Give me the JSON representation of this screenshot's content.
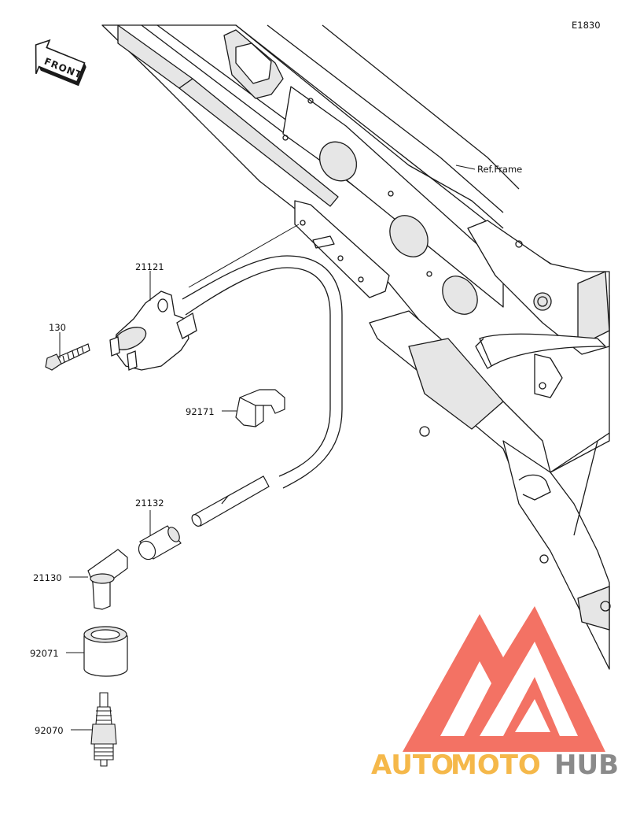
{
  "diagram_code": "E1830",
  "front_label": "FRONT",
  "ref_label": "Ref.Frame",
  "parts": {
    "coil": "21121",
    "bolt": "130",
    "clamp": "92171",
    "joint": "21132",
    "cap": "21130",
    "seal": "92071",
    "plug": "92070"
  },
  "watermark": {
    "part1": "AUTO",
    "part2": "MOTO",
    "part3": "HUB"
  },
  "colors": {
    "line": "#1a1a1a",
    "shade": "#e6e6e6",
    "logo_red": "#f15a4a",
    "logo_orange": "#f5b84a",
    "logo_grey": "#8a8a8a"
  }
}
